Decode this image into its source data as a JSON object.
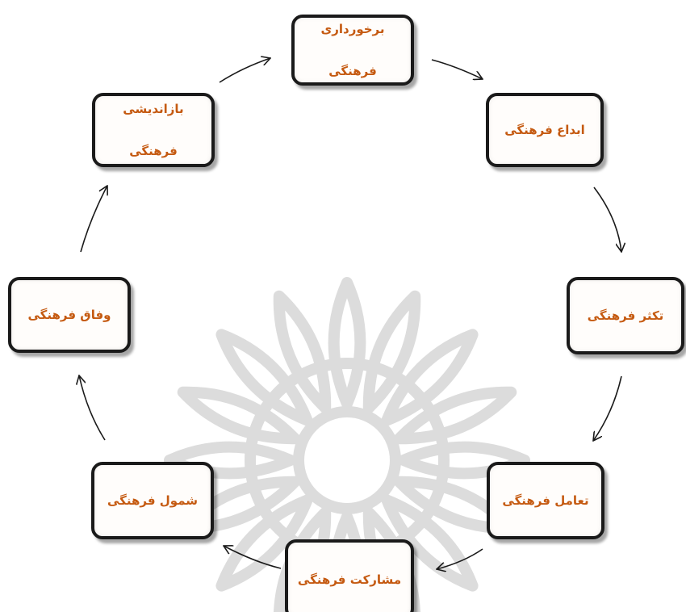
{
  "diagram": {
    "type": "cycle",
    "colors": {
      "box_border": "#1a1a1a",
      "label_text": "#c55a11",
      "arrow": "#1a1a1a",
      "watermark": "#dcdcdc"
    },
    "nodes": [
      {
        "id": "barkhordari",
        "lines": [
          "برخورداری",
          "فرهنگی"
        ]
      },
      {
        "id": "ebda",
        "lines": [
          "ابداع فرهنگی"
        ]
      },
      {
        "id": "takassor",
        "lines": [
          "تکثر فرهنگی"
        ]
      },
      {
        "id": "taamol",
        "lines": [
          "تعامل فرهنگی"
        ]
      },
      {
        "id": "mosharekat",
        "lines": [
          "مشارکت فرهنگی"
        ]
      },
      {
        "id": "shomool",
        "lines": [
          "شمول فرهنگی"
        ]
      },
      {
        "id": "vefagh",
        "lines": [
          "وفاق فرهنگی"
        ]
      },
      {
        "id": "bazandishi",
        "lines": [
          "بازاندیشی",
          "فرهنگی"
        ]
      }
    ],
    "edges": [
      {
        "from": "barkhordari",
        "to": "ebda"
      },
      {
        "from": "ebda",
        "to": "takassor"
      },
      {
        "from": "takassor",
        "to": "taamol"
      },
      {
        "from": "taamol",
        "to": "mosharekat"
      },
      {
        "from": "mosharekat",
        "to": "shomool"
      },
      {
        "from": "shomool",
        "to": "vefagh"
      },
      {
        "from": "vefagh",
        "to": "bazandishi"
      },
      {
        "from": "bazandishi",
        "to": "barkhordari"
      }
    ]
  }
}
